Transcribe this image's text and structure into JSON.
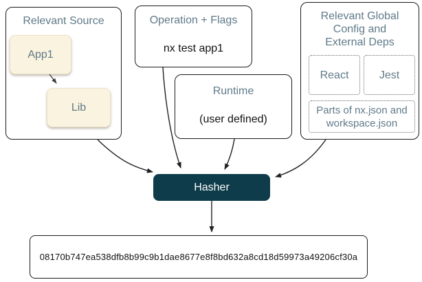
{
  "source_group": {
    "title": "Relevant Source",
    "app_node": "App1",
    "lib_node": "Lib"
  },
  "operation": {
    "title": "Operation + Flags",
    "command": "nx test app1"
  },
  "runtime": {
    "title": "Runtime",
    "value": "(user defined)"
  },
  "global_config": {
    "title": "Relevant Global Config and External Deps",
    "dep_react": "React",
    "dep_jest": "Jest",
    "config_files": "Parts of nx.json and workspace.json"
  },
  "hasher": {
    "label": "Hasher"
  },
  "output": {
    "hash": "08170b747ea538dfb8b99c9b1dae8677e8f8bd632a8cd18d59973a49206cf30a"
  },
  "colors": {
    "hasher_teal": "#0e3c4a",
    "slate_text": "#5f7a89",
    "cream_node": "#faf3df"
  }
}
